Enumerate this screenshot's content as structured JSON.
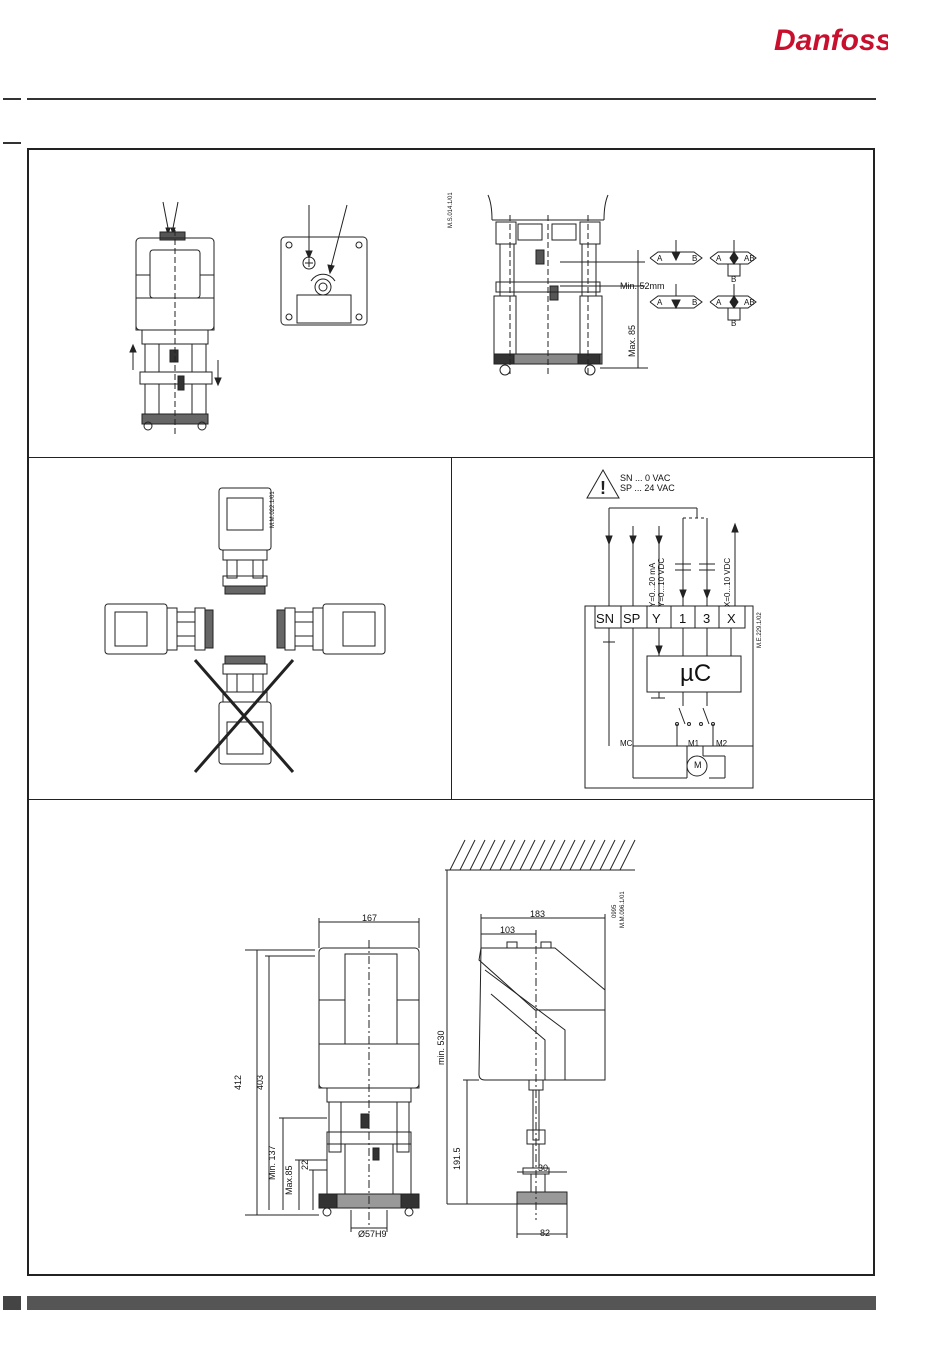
{
  "header": {
    "logo_text": "Danfoss"
  },
  "panel_maintenance": {
    "drawing_code": "M.S.014.1/01"
  },
  "valve_symbols": [
    {
      "port_a": "A",
      "port_b": "B"
    },
    {
      "port_a": "A",
      "port_ab": "AB",
      "port_b": "B"
    },
    {
      "port_a": "A",
      "port_b": "B"
    },
    {
      "port_a": "A",
      "port_ab": "AB",
      "port_b": "B"
    }
  ],
  "mounting_dims": {
    "min_gap": "Min. 52mm",
    "max_height": "Max. 85"
  },
  "panel_orientation": {
    "drawing_code": "M.M.022.1/01"
  },
  "wiring": {
    "note_line1": "SN ...  0 VAC",
    "note_line2": "SP ... 24 VAC",
    "terminals": [
      "SN",
      "SP",
      "Y",
      "1",
      "3",
      "X"
    ],
    "signal_label_1": "Y=0...20 mA",
    "signal_label_2": "Y=0...10 VDC",
    "feedback_label": "X=0...10 VDC",
    "controller_label": "µC",
    "motor_label": "M",
    "mc_label": "MC",
    "m1_label": "M1",
    "m2_label": "M2",
    "drawing_code": "M.E.229.1/02"
  },
  "dimensions": {
    "width_front": "167",
    "total_height": "412",
    "body_height": "403",
    "min_stroke": "Min. 137",
    "max_stroke": "Max.85",
    "neck": "22",
    "bore": "Ø57H9",
    "clearance": "min. 530",
    "depth": "183",
    "depth_half": "103",
    "spindle_height": "191.5",
    "spindle_dia": "30",
    "base_width": "82",
    "drawing_code": "M.M.096.1/01",
    "drawing_code2": "0995"
  }
}
